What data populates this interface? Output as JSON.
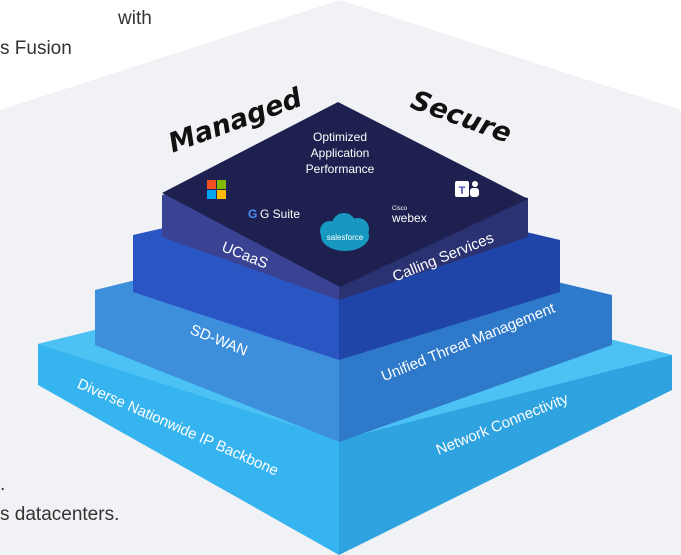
{
  "intro_text": {
    "line1": "with",
    "line2": "s Fusion",
    "line3": ".",
    "line4": "s datacenters."
  },
  "pyramid": {
    "top_left_word": "Managed",
    "top_right_word": "Secure",
    "apex": {
      "title_lines": [
        "Optimized",
        "Application",
        "Performance"
      ],
      "apps": [
        {
          "name": "microsoft-logo",
          "label": ""
        },
        {
          "name": "gsuite-logo",
          "label": "G Suite"
        },
        {
          "name": "salesforce-logo",
          "label": "salesforce"
        },
        {
          "name": "webex-logo",
          "label": "webex",
          "sub": "Cisco"
        },
        {
          "name": "teams-logo",
          "label": "T"
        }
      ]
    },
    "tiers": [
      {
        "left": "UCaaS",
        "right": "Calling Services"
      },
      {
        "left": "SD-WAN",
        "right": "Unified Threat Management"
      },
      {
        "left": "Diverse Nationwide IP Backbone",
        "right": "Network Connectivity"
      }
    ]
  },
  "colors": {
    "apex": "#1e2150",
    "tier1_left": "#3a4293",
    "tier1_right": "#2b3272",
    "tier2_left": "#2a56c4",
    "tier2_right": "#1f45a8",
    "tier3_left": "#3d8fdc",
    "tier3_right": "#2e79c9",
    "tier4_left": "#36b4ef",
    "tier4_right": "#2ea3e0",
    "background_hex": "#f1f2f5"
  }
}
